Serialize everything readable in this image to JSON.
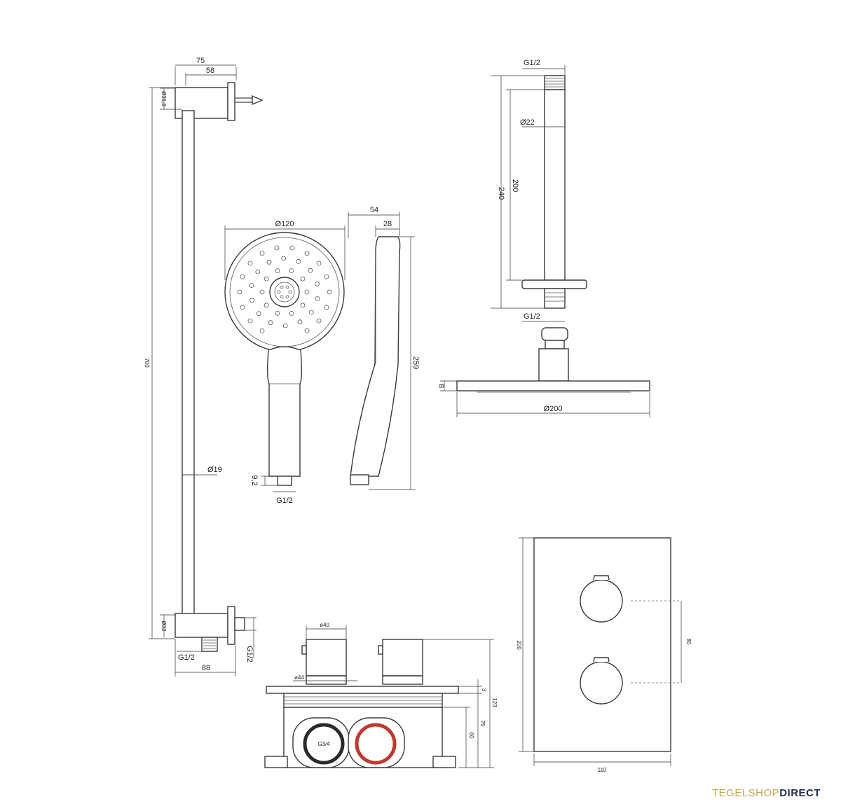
{
  "rail": {
    "width_75": "75",
    "width_58": "58",
    "bracket_dia": "Ø31,8",
    "length": "700",
    "tube_dia": "Ø19",
    "bottom_dia": "Ø32",
    "bottom_conn": "G1/2",
    "outlet_conn": "G1/2",
    "bottom_width": "88"
  },
  "hand_shower": {
    "head_dia": "Ø120",
    "depth_54": "54",
    "depth_28": "28",
    "length": "259",
    "thread_len": "9,2",
    "conn": "G1/2"
  },
  "ceiling_arm": {
    "top_conn": "G1/2",
    "arm_dia": "Ø22",
    "len_200": "200",
    "len_240": "240",
    "bottom_conn": "G1/2",
    "head_height": "8",
    "head_dia": "Ø200"
  },
  "box": {
    "knob_dia": "ø40",
    "rosette_dia": "ø44",
    "inlet": "G3/4",
    "h_3": "3",
    "h_123": "123",
    "h_75": "75",
    "h_60": "60"
  },
  "plate": {
    "height": "200",
    "spacing": "80",
    "width": "110"
  },
  "brand": {
    "part1": "TEGELSHOP",
    "part2": "DIRECT"
  }
}
